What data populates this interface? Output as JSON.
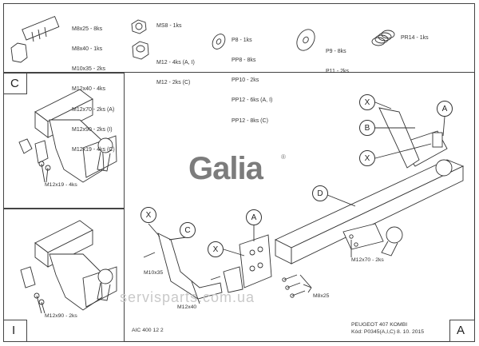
{
  "parts_list": {
    "bolts": [
      "M8x25 - 8ks",
      "M8x40 - 1ks",
      "M10x35 - 2ks",
      "M12x40 - 4ks",
      "M12x70 - 2ks (A)",
      "M12x90 - 2ks (I)",
      "M12x19 - 4ks (C)"
    ],
    "nut": "MS8 - 1ks",
    "nuts_lock": [
      "M12 - 4ks (A, I)",
      "M12 - 2ks (C)"
    ],
    "washers": [
      "P8 - 1ks",
      "PP8 - 8ks",
      "PP10 - 2ks",
      "PP12 - 6ks (A, I)",
      "PP12 - 8ks (C)"
    ],
    "big_washers": [
      "P9 - 8ks",
      "P11 - 2ks"
    ],
    "spring": "PR14 - 1ks"
  },
  "panels": {
    "c_letter": "C",
    "c_bolt_label": "M12x19 - 4ks",
    "i_letter": "I",
    "i_bolt_label": "M12x90 - 2ks"
  },
  "main": {
    "callouts": [
      "X",
      "B",
      "X",
      "A",
      "D",
      "X",
      "C",
      "A",
      "X"
    ],
    "labels": {
      "m12x70": "M12x70 - 2ks",
      "m10x35": "M10x35",
      "m12x40": "M12x40",
      "m8x25": "M8x25"
    },
    "logo": "Galia",
    "logo_mark": "®",
    "watermark": "servisparts.com.ua"
  },
  "footer": {
    "code": "AIC 400 12 2",
    "model": "PEUGEOT 407 KOMBI",
    "kod": "Kód: P0345(A,I,C)  8. 10. 2015",
    "letter": "A"
  }
}
